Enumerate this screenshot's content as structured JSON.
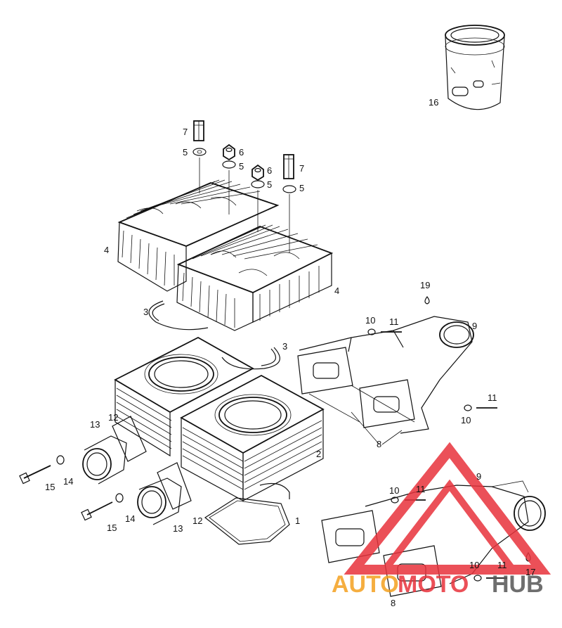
{
  "labels": {
    "l1": "1",
    "l2": "2",
    "l3a": "3",
    "l3b": "3",
    "l4a": "4",
    "l4b": "4",
    "l5a": "5",
    "l5b": "5",
    "l5c": "5",
    "l5d": "5",
    "l6a": "6",
    "l6b": "6",
    "l7a": "7",
    "l7b": "7",
    "l8a": "8",
    "l8b": "8",
    "l9a": "9",
    "l9b": "9",
    "l10a": "10",
    "l10b": "10",
    "l10c": "10",
    "l10d": "10",
    "l11a": "11",
    "l11b": "11",
    "l11c": "11",
    "l11d": "11",
    "l12a": "12",
    "l12b": "12",
    "l13a": "13",
    "l13b": "13",
    "l14a": "14",
    "l14b": "14",
    "l15a": "15",
    "l15b": "15",
    "l16": "16",
    "l17": "17",
    "l19": "19"
  },
  "watermark": {
    "part1": "AUTO",
    "part2": "MOTO",
    "part3": "HUB"
  },
  "colors": {
    "line": "#111111",
    "watermark_red": "#e8323c",
    "watermark_orange": "#f4a11f",
    "watermark_gray": "#555555"
  }
}
